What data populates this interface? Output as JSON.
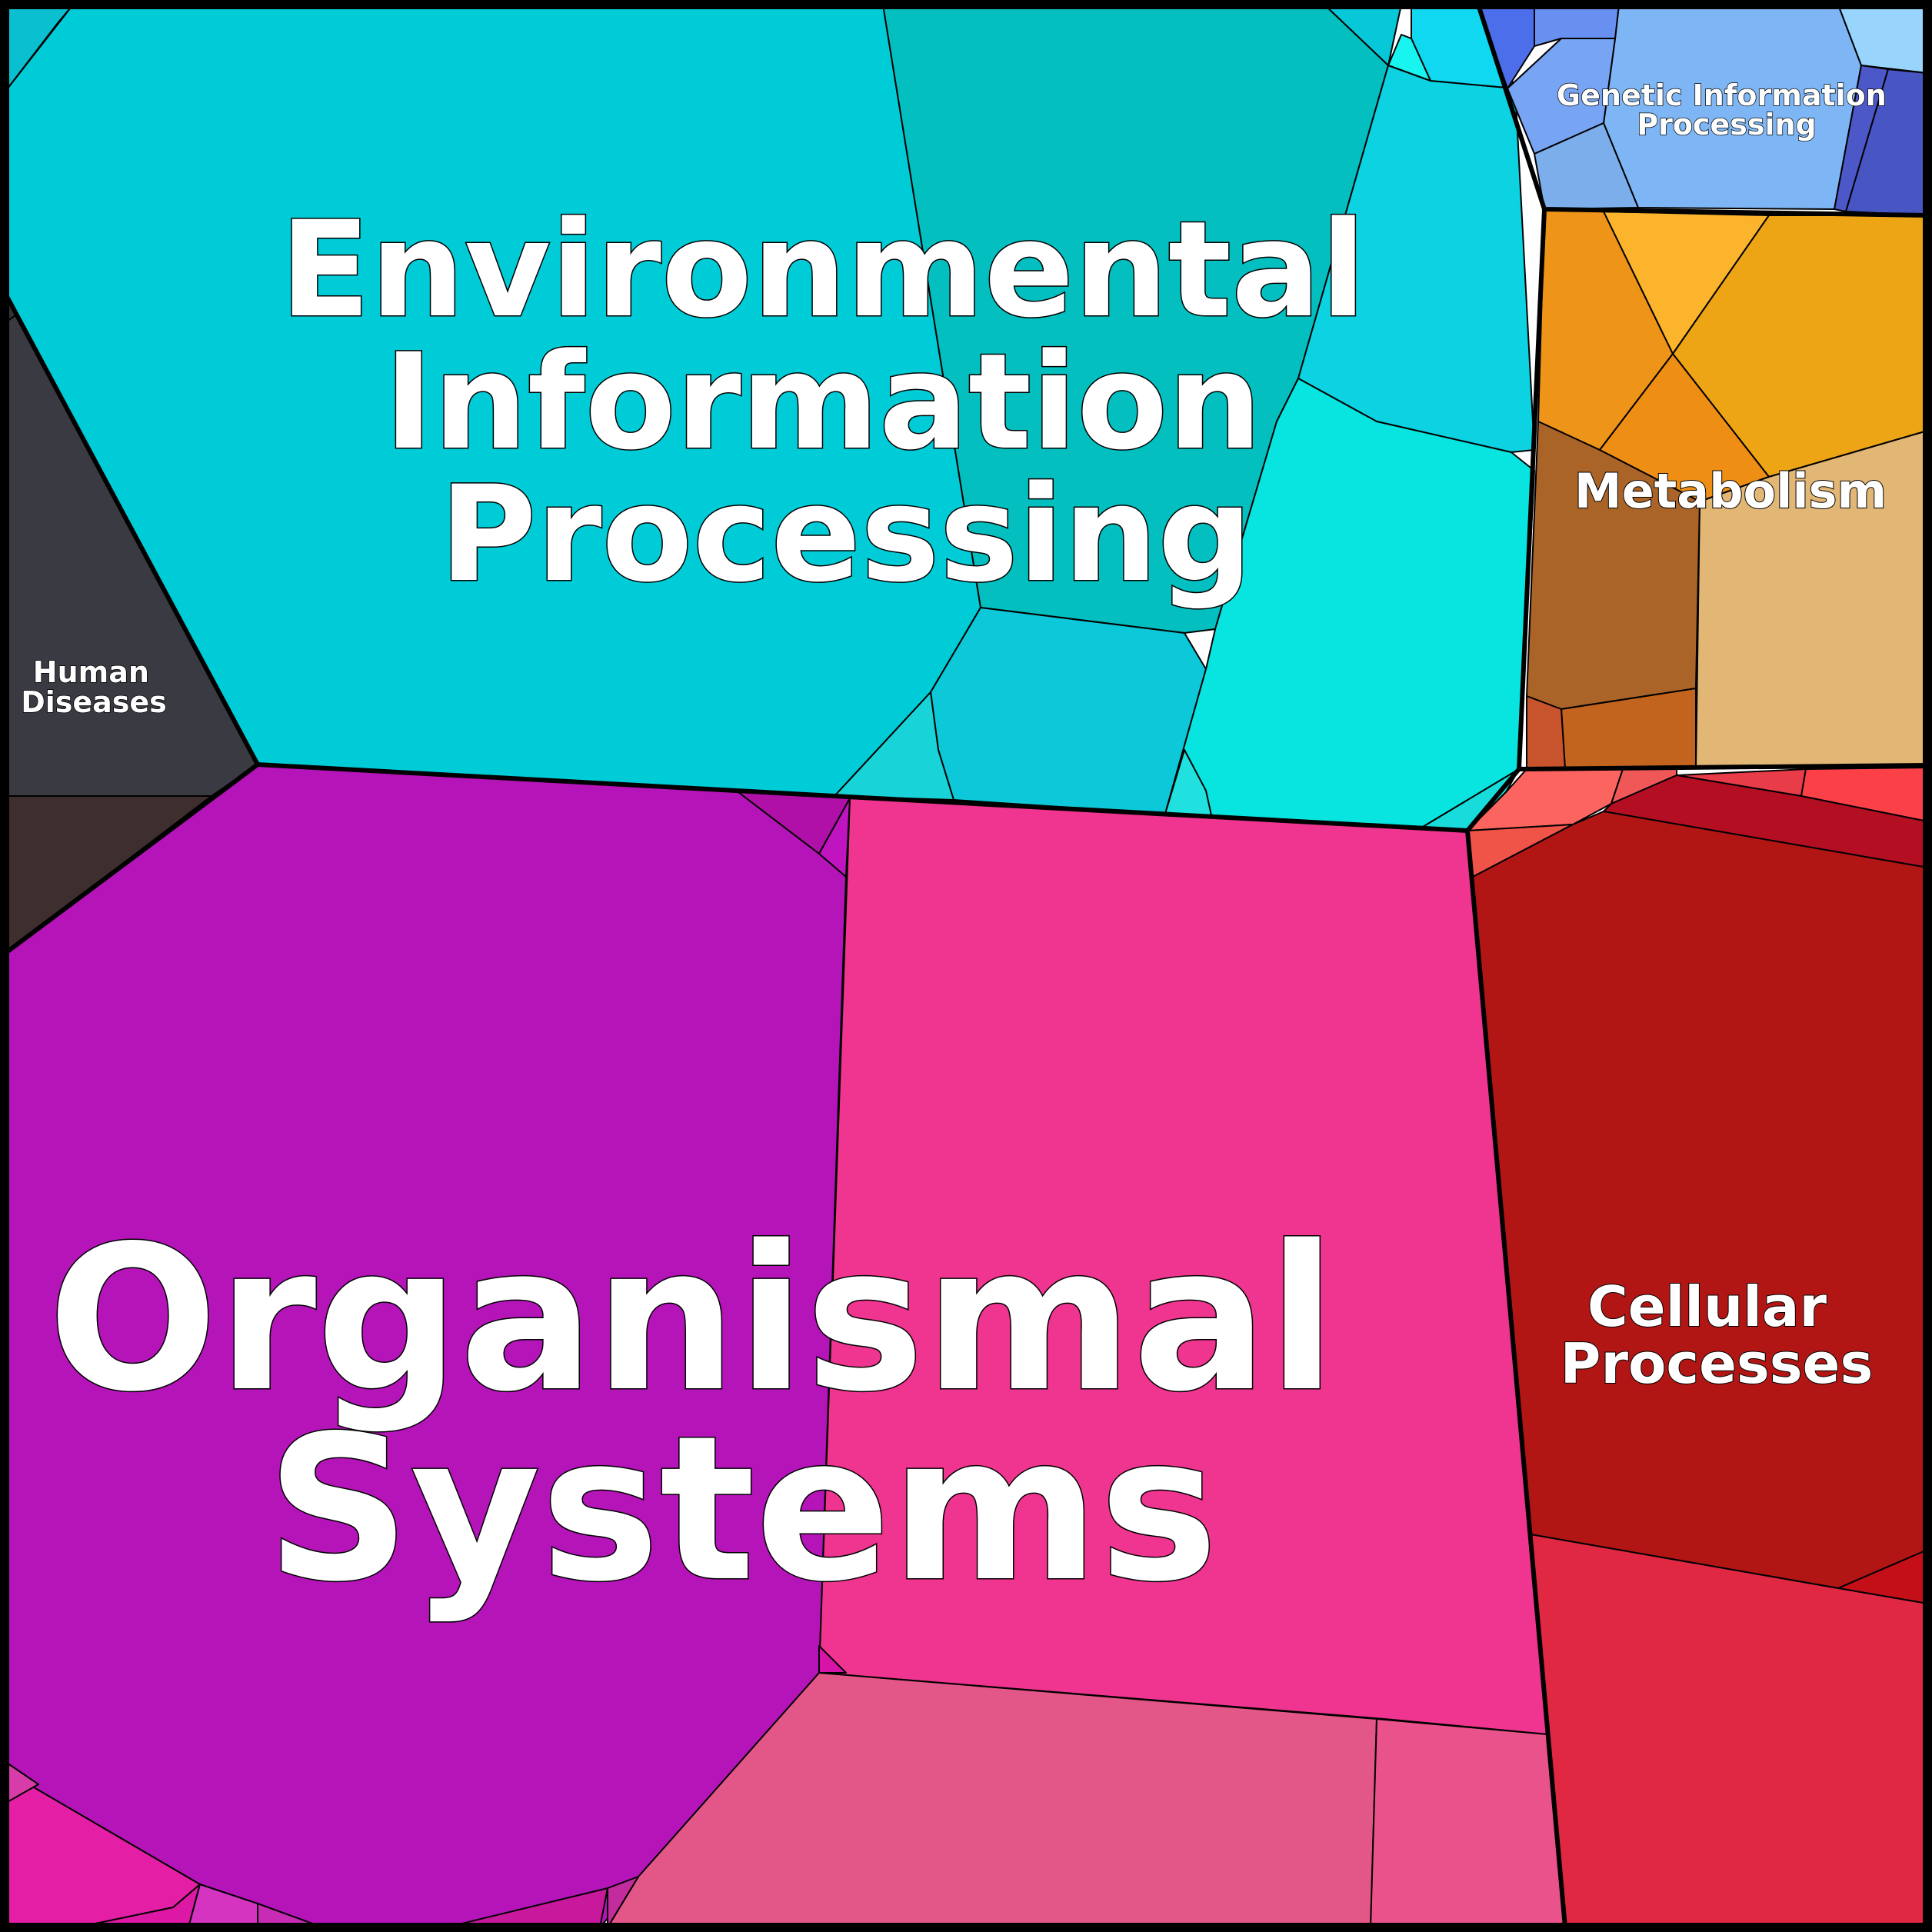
{
  "diagram": {
    "type": "voronoi-treemap",
    "regions": [
      {
        "id": "environmental",
        "lines": [
          "Environmental",
          "Information",
          "Processing"
        ],
        "color": "#00CCD9"
      },
      {
        "id": "organismal",
        "lines": [
          "Organismal",
          "Systems"
        ],
        "color": "#B414B8"
      },
      {
        "id": "cellular",
        "lines": [
          "Cellular",
          "Processes"
        ],
        "color": "#B01616"
      },
      {
        "id": "metabolism",
        "lines": [
          "Metabolism"
        ],
        "color": "#EE9316"
      },
      {
        "id": "genetic",
        "lines": [
          "Genetic Information",
          "Processing"
        ],
        "color": "#7FB5F5"
      },
      {
        "id": "human-diseases",
        "lines": [
          "Human",
          "Diseases"
        ],
        "color": "#3A3A42"
      }
    ]
  }
}
